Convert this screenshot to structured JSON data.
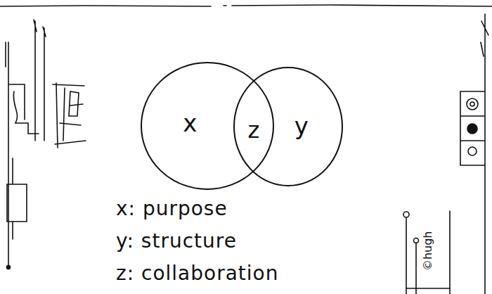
{
  "diagram": {
    "nodes": [
      {
        "text": [
          "x"
        ]
      },
      {
        "text": [
          "y"
        ]
      }
    ],
    "labels": [
      "z",
      "x: purpose",
      "y: structure",
      "z: collaboration",
      "©hugh"
    ]
  }
}
